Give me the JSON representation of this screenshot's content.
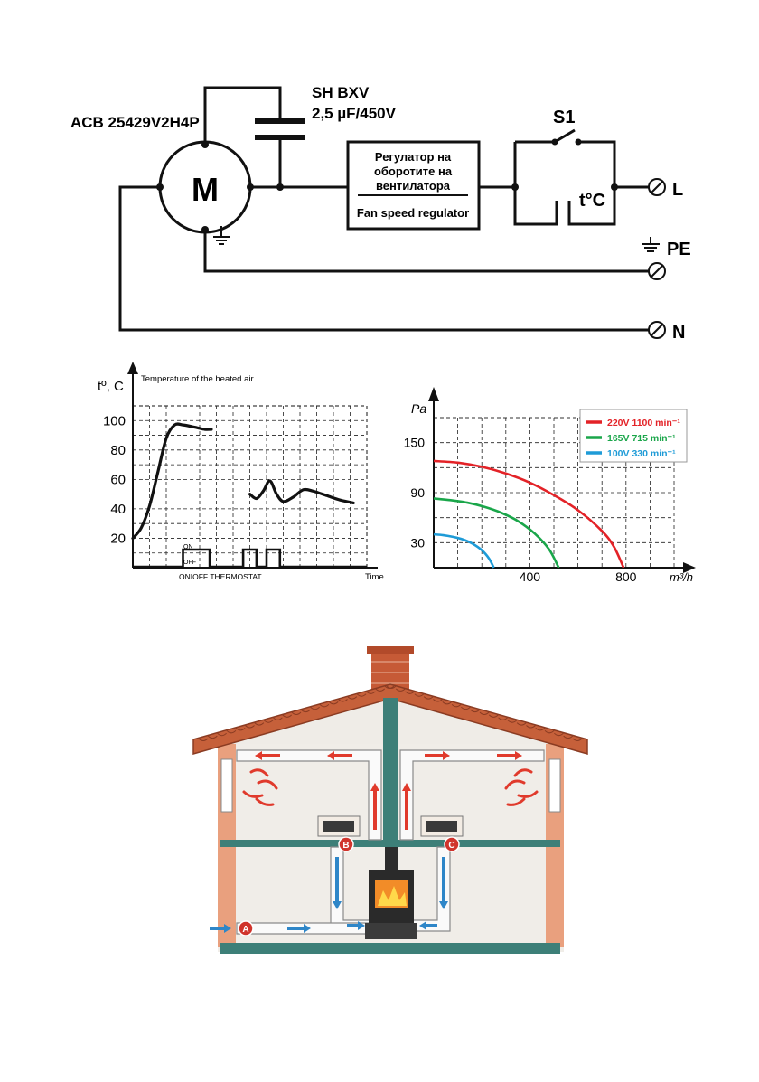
{
  "wiring": {
    "motor_model": "ACB 25429V2H4P",
    "motor_symbol": "M",
    "capacitor_line1": "SH BXV",
    "capacitor_line2": "2,5 µF/450V",
    "regulator_bg_1": "Регулатор на",
    "regulator_bg_2": "оборотите на",
    "regulator_bg_3": "вентилатора",
    "regulator_en": "Fan speed regulator",
    "switch_label": "S1",
    "thermostat_label": "t°C",
    "terminal_l": "L",
    "terminal_pe": "PE",
    "terminal_n": "N"
  },
  "colors": {
    "curve_220": "#e32227",
    "curve_165": "#1aa64a",
    "curve_100": "#1e9bd7",
    "house_wall": "#f2d6c4",
    "house_brick": "#d8643a",
    "duct_green": "#3d7f78",
    "flow_red": "#e03a2c",
    "flow_blue": "#2e86c8"
  },
  "chart_data": [
    {
      "type": "line",
      "title": "Temperature of the heated air",
      "ylabel": "tº, C",
      "xlabel": "Time",
      "ylim": [
        0,
        110
      ],
      "yticks": [
        20,
        40,
        60,
        80,
        100
      ],
      "grid": true,
      "series": [
        {
          "x": [
            0,
            0.5,
            1.0,
            1.5,
            2.0,
            2.5,
            3.0,
            3.5,
            3.9,
            4.3,
            4.7
          ],
          "y": [
            20,
            27,
            42,
            65,
            88,
            97,
            97,
            96,
            95,
            94,
            94
          ]
        },
        {
          "x": [
            7.0,
            7.4,
            7.8,
            8.2,
            8.6,
            9.0,
            9.6,
            10.2,
            10.8,
            11.6,
            12.4,
            13.2
          ],
          "y": [
            50,
            47,
            52,
            59,
            50,
            45,
            48,
            53,
            52,
            49,
            46,
            44
          ]
        }
      ],
      "thermostat_signal": {
        "label_on": "ON",
        "label_off": "OFF",
        "caption": "ONIOFF  THERMOSTAT",
        "states": [
          {
            "x0": 0,
            "x1": 3.0,
            "state": "off"
          },
          {
            "x0": 3.0,
            "x1": 4.6,
            "state": "on"
          },
          {
            "x0": 4.6,
            "x1": 6.6,
            "state": "off"
          },
          {
            "x0": 6.6,
            "x1": 7.4,
            "state": "on"
          },
          {
            "x0": 7.4,
            "x1": 8.0,
            "state": "off"
          },
          {
            "x0": 8.0,
            "x1": 8.8,
            "state": "on"
          },
          {
            "x0": 8.8,
            "x1": 14.0,
            "state": "off"
          }
        ]
      }
    },
    {
      "type": "line",
      "title": "",
      "xlabel": "m³/h",
      "ylabel": "Pa",
      "xlim": [
        0,
        1000
      ],
      "ylim": [
        0,
        180
      ],
      "xticks": [
        400,
        800
      ],
      "yticks": [
        30,
        90,
        150
      ],
      "grid": true,
      "legend_position": "top-right",
      "series": [
        {
          "name": "220V 1100 min⁻¹",
          "color": "#e32227",
          "x": [
            0,
            100,
            200,
            300,
            400,
            500,
            600,
            700,
            750,
            790
          ],
          "y": [
            128,
            126,
            121,
            113,
            102,
            87,
            69,
            44,
            25,
            0
          ]
        },
        {
          "name": "165V 715 min⁻¹",
          "color": "#1aa64a",
          "x": [
            0,
            70,
            140,
            210,
            280,
            350,
            420,
            480,
            520
          ],
          "y": [
            83,
            81,
            78,
            73,
            66,
            56,
            41,
            22,
            0
          ]
        },
        {
          "name": "100V 330 min⁻¹",
          "color": "#1e9bd7",
          "x": [
            0,
            40,
            80,
            120,
            160,
            200,
            230,
            250
          ],
          "y": [
            40,
            39,
            37,
            34,
            29,
            21,
            11,
            0
          ]
        }
      ]
    }
  ],
  "house": {
    "label_a": "A",
    "label_b": "B",
    "label_c": "C"
  }
}
